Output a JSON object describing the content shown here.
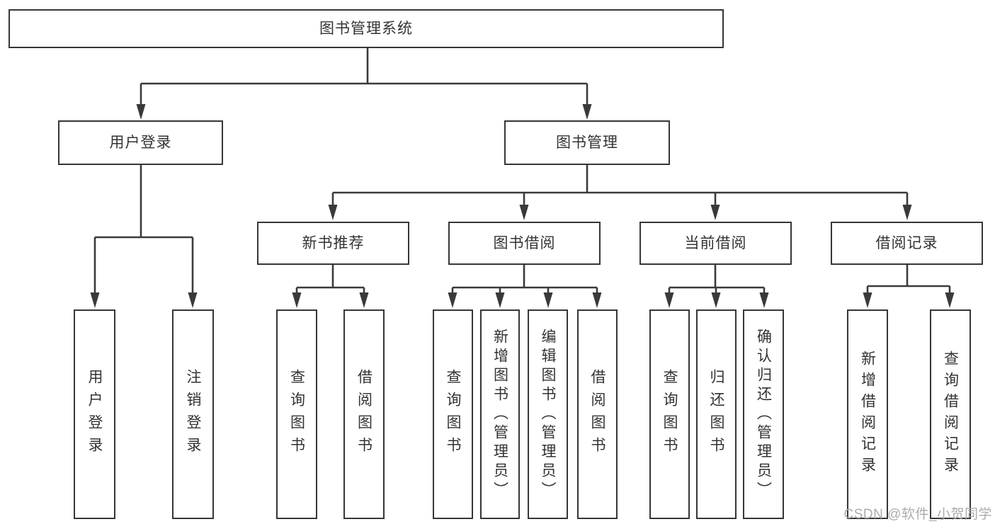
{
  "diagram": {
    "title": "图书管理系统",
    "children": [
      {
        "label": "用户登录",
        "children": [
          {
            "label": "用户登录"
          },
          {
            "label": "注销登录"
          }
        ]
      },
      {
        "label": "图书管理",
        "children": [
          {
            "label": "新书推荐",
            "children": [
              {
                "label": "查询图书"
              },
              {
                "label": "借阅图书"
              }
            ]
          },
          {
            "label": "图书借阅",
            "children": [
              {
                "label": "查询图书"
              },
              {
                "label": "新增图书（管理员）"
              },
              {
                "label": "编辑图书（管理员）"
              },
              {
                "label": "借阅图书"
              }
            ]
          },
          {
            "label": "当前借阅",
            "children": [
              {
                "label": "查询图书"
              },
              {
                "label": "归还图书"
              },
              {
                "label": "确认归还（管理员）"
              }
            ]
          },
          {
            "label": "借阅记录",
            "children": [
              {
                "label": "新增借阅记录"
              },
              {
                "label": "查询借阅记录"
              }
            ]
          }
        ]
      }
    ]
  },
  "watermark": {
    "text": "CSDN @软件_小贺同学"
  },
  "colors": {
    "line": "#3a3a3a",
    "border": "#363636",
    "text": "#333333",
    "watermark": "#ababab",
    "background": "#ffffff"
  }
}
